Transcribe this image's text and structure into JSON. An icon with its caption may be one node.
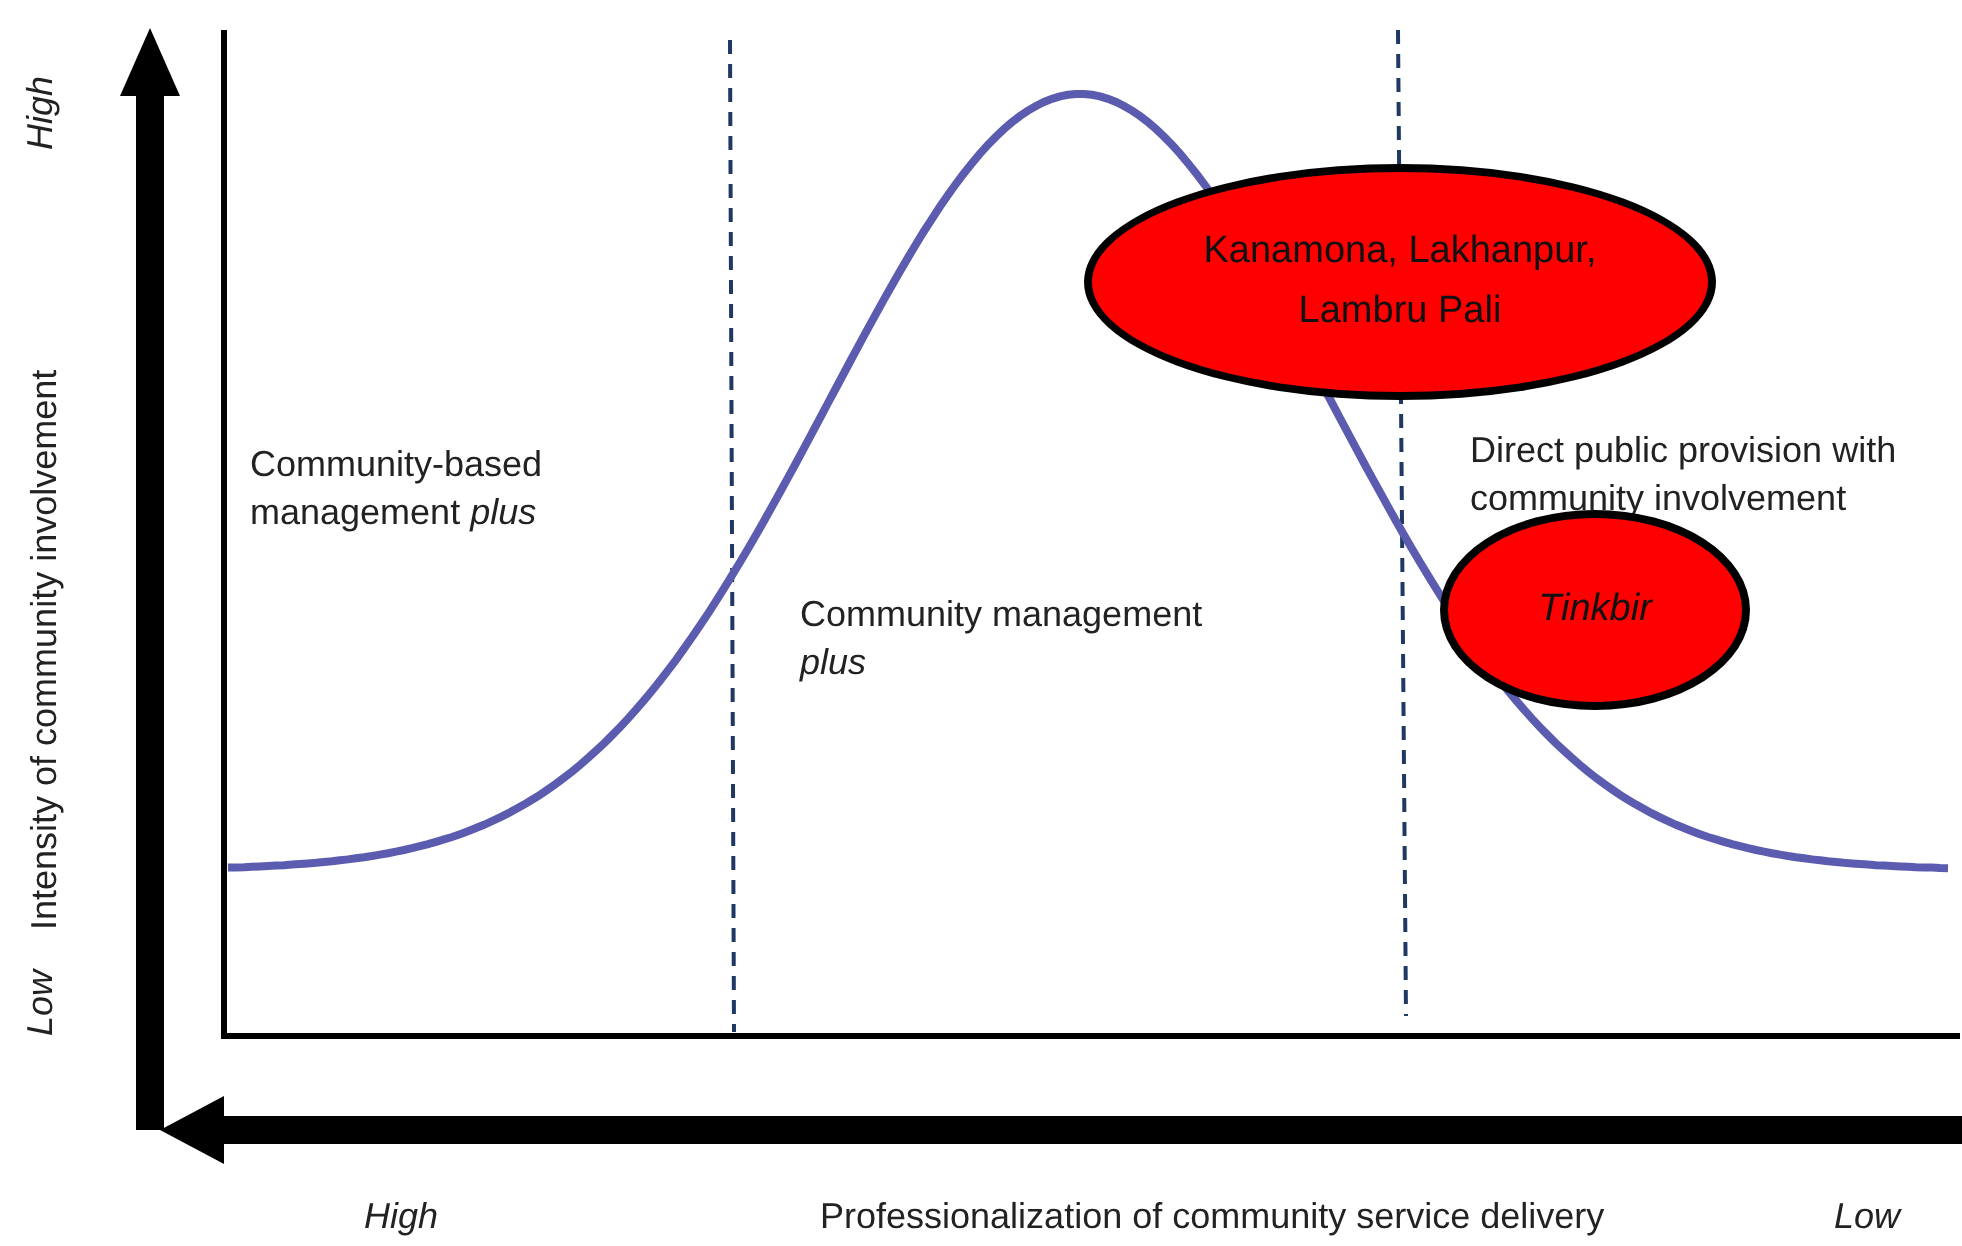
{
  "diagram": {
    "nodes": [
      {
        "text": [
          "Kanamona, Lakhanpur, Lambru Pali"
        ]
      },
      {
        "text": [
          "Tinkbir"
        ]
      }
    ],
    "labels": [
      "High",
      "Intensity of community involvement",
      "Low",
      "Community-based management *plus*",
      "Community management *plus*",
      "Direct public provision with community involvement",
      "High",
      "Professionalization of community service delivery",
      "Low"
    ]
  }
}
